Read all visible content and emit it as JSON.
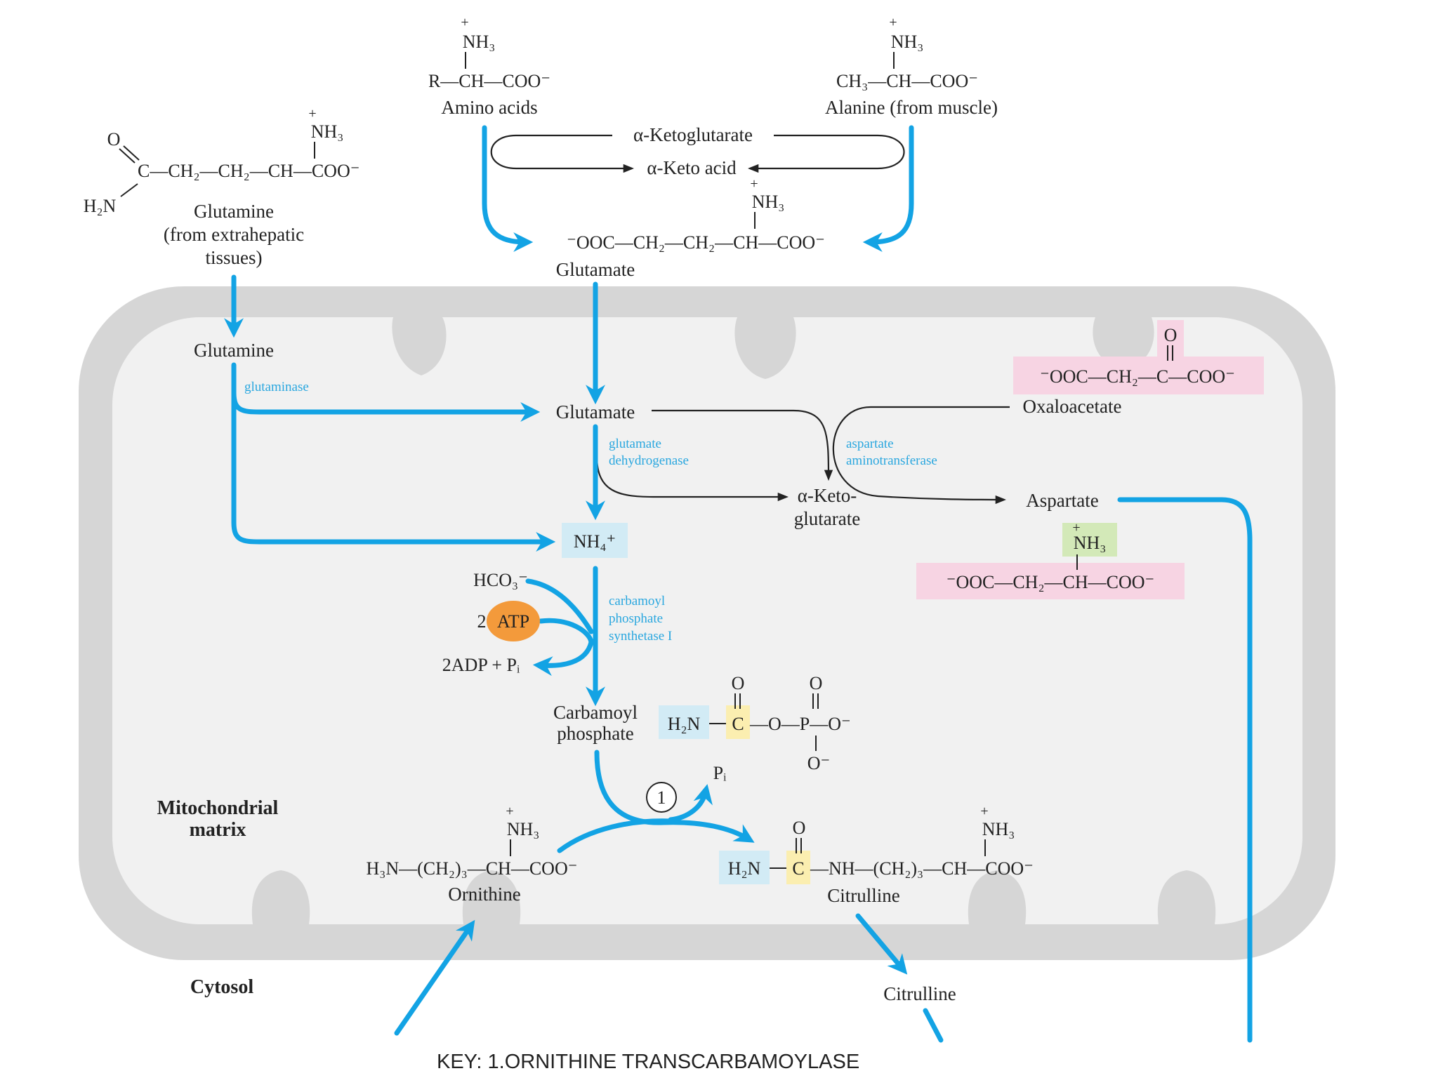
{
  "labels": {
    "amino_acids": "Amino acids",
    "alanine_from_muscle": "Alanine (from muscle)",
    "glutamine_line1": "Glutamine",
    "glutamine_line2": "(from extrahepatic",
    "glutamine_line3": "tissues)",
    "glutamate_top": "Glutamate",
    "glutamine_matrix": "Glutamine",
    "glutamate_matrix": "Glutamate",
    "alpha_ketoglutarate_top": "α-Ketoglutarate",
    "alpha_keto_acid": "α-Keto acid",
    "oxaloacetate": "Oxaloacetate",
    "aspartate": "Aspartate",
    "alpha_keto_glutarate_l1": "α-Keto-",
    "alpha_keto_glutarate_l2": "glutarate",
    "ammonium": "NH₄⁺",
    "bicarbonate": "HCO₃⁻",
    "atp_count": "2",
    "atp": "ATP",
    "adp_pi": "2ADP + Pᵢ",
    "carbamoyl_l1": "Carbamoyl",
    "carbamoyl_l2": "phosphate",
    "pi": "Pᵢ",
    "step_one": "1",
    "ornithine": "Ornithine",
    "citrulline_matrix": "Citrulline",
    "citrulline_cytosol": "Citrulline",
    "mito_matrix_l1": "Mitochondrial",
    "mito_matrix_l2": "matrix",
    "cytosol": "Cytosol"
  },
  "formulas": {
    "amino_acid_nh3": "NH₃",
    "amino_acid_chain": "R—CH—COO⁻",
    "alanine_nh3": "NH₃",
    "alanine_chain": "CH₃—CH—COO⁻",
    "glutamine_o": "O",
    "glutamine_nh3": "NH₃",
    "glutamine_chain": "C—CH₂—CH₂—CH—COO⁻",
    "glutamine_h2n": "H₂N",
    "glutamate_nh3": "NH₃",
    "glutamate_chain": "⁻OOC—CH₂—CH₂—CH—COO⁻",
    "oxaloacetate_o": "O",
    "oxaloacetate_chain": "⁻OOC—CH₂—C—COO⁻",
    "aspartate_nh3": "NH₃",
    "aspartate_chain": "⁻OOC—CH₂—CH—COO⁻",
    "carbamoyl_o1": "O",
    "carbamoyl_o2": "O",
    "carbamoyl_h2n": "H₂N",
    "carbamoyl_c": "C",
    "carbamoyl_rest": "—O—P—O⁻",
    "carbamoyl_o3": "O⁻",
    "ornithine_nh3": "NH₃",
    "ornithine_chain": "H₃N—(CH₂)₃—CH—COO⁻",
    "citrulline_o": "O",
    "citrulline_nh3": "NH₃",
    "citrulline_h2n": "H₂N",
    "citrulline_c": "C",
    "citrulline_chain": "—NH—(CH₂)₃—CH—COO⁻",
    "plus": "+"
  },
  "enzymes": {
    "glutaminase": "glutaminase",
    "glutamate_dh_l1": "glutamate",
    "glutamate_dh_l2": "dehydrogenase",
    "asp_at_l1": "aspartate",
    "asp_at_l2": "aminotransferase",
    "cps_l1": "carbamoyl",
    "cps_l2": "phosphate",
    "cps_l3": "synthetase I"
  },
  "key": "KEY: 1.ORNITHINE TRANSCARBAMOYLASE",
  "colors": {
    "arrow_blue": "#13a3e4",
    "enzyme_text": "#2aa7df",
    "membrane": "#d6d6d6",
    "matrix": "#f1f1f1",
    "highlight_blue": "#d2ebf5",
    "highlight_yellow": "#fbeeb0",
    "highlight_pink": "#f7d4e3",
    "highlight_green": "#d3e9b8",
    "atp_orange": "#f39a3b"
  }
}
